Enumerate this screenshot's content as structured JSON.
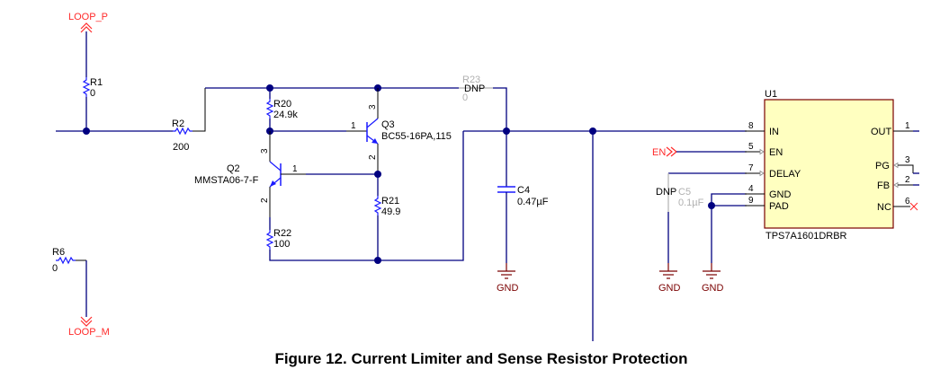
{
  "caption": "Figure 12. Current Limiter and Sense Resistor Protection",
  "net_labels": {
    "loop_p": "LOOP_P",
    "loop_m": "LOOP_M",
    "en": "EN",
    "gnd": "GND"
  },
  "components": {
    "r1": {
      "ref": "R1",
      "value": "0"
    },
    "r2": {
      "ref": "R2",
      "value": "200"
    },
    "r6": {
      "ref": "R6",
      "value": "0"
    },
    "r20": {
      "ref": "R20",
      "value": "24.9k"
    },
    "r21": {
      "ref": "R21",
      "value": "49.9"
    },
    "r22": {
      "ref": "R22",
      "value": "100"
    },
    "r23": {
      "ref": "R23",
      "value": "0",
      "note": "DNP"
    },
    "q2": {
      "ref": "Q2",
      "part": "MMSTA06-7-F",
      "pins": {
        "base": "1",
        "collector": "3",
        "emitter": "2"
      }
    },
    "q3": {
      "ref": "Q3",
      "part": "BC55-16PA,115",
      "pins": {
        "base": "1",
        "collector": "3",
        "emitter": "2"
      }
    },
    "c4": {
      "ref": "C4",
      "value": "0.47µF"
    },
    "c5": {
      "ref": "C5",
      "value": "0.1µF",
      "note": "DNP"
    },
    "u1": {
      "ref": "U1",
      "part": "TPS7A1601DRBR",
      "left_pins": [
        {
          "num": "8",
          "name": "IN"
        },
        {
          "num": "5",
          "name": "EN"
        },
        {
          "num": "7",
          "name": "DELAY"
        },
        {
          "num": "4",
          "name": "GND"
        },
        {
          "num": "9",
          "name": "PAD"
        }
      ],
      "right_pins": [
        {
          "num": "1",
          "name": "OUT"
        },
        {
          "num": "3",
          "name": "PG"
        },
        {
          "num": "2",
          "name": "FB"
        },
        {
          "num": "6",
          "name": "NC"
        }
      ]
    }
  },
  "colors": {
    "wire": "#000080",
    "resistor": "#1a1aff",
    "net_label": "#ff2a2a",
    "ground": "#7a0000",
    "ic_fill": "#ffffc0",
    "ic_border": "#7a0000",
    "dnp_grey": "#b0b0b0"
  }
}
